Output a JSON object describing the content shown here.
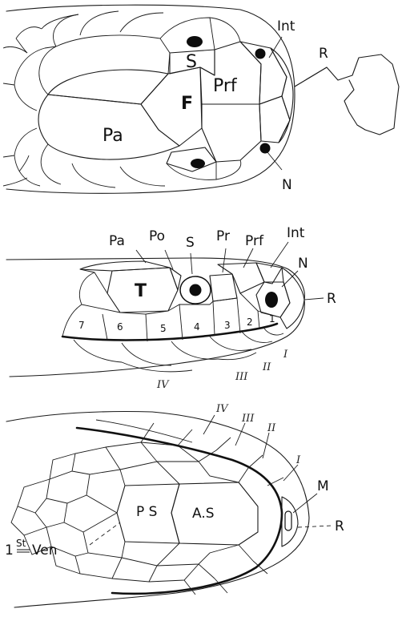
{
  "dorsal_view": {
    "labels": {
      "int": "Int",
      "r": "R",
      "s": "S",
      "prf": "Prf",
      "f": "F",
      "pa": "Pa",
      "n": "N"
    }
  },
  "lateral_view": {
    "labels": {
      "pa": "Pa",
      "po": "Po",
      "s": "S",
      "pr": "Pr",
      "prf": "Prf",
      "int": "Int",
      "n": "N",
      "r": "R",
      "t": "T"
    },
    "supralabials": [
      "7",
      "6",
      "5",
      "4",
      "3",
      "2",
      "1"
    ],
    "infralabials": [
      "I",
      "II",
      "III",
      "IV"
    ]
  },
  "ventral_view": {
    "labels": {
      "iv": "IV",
      "iii": "III",
      "ii": "II",
      "i": "I",
      "m": "M",
      "r": "R",
      "ps": "P S",
      "as": "A.S",
      "ven_prefix": "1",
      "ven_sup": "St",
      "ven": "Ven"
    }
  }
}
